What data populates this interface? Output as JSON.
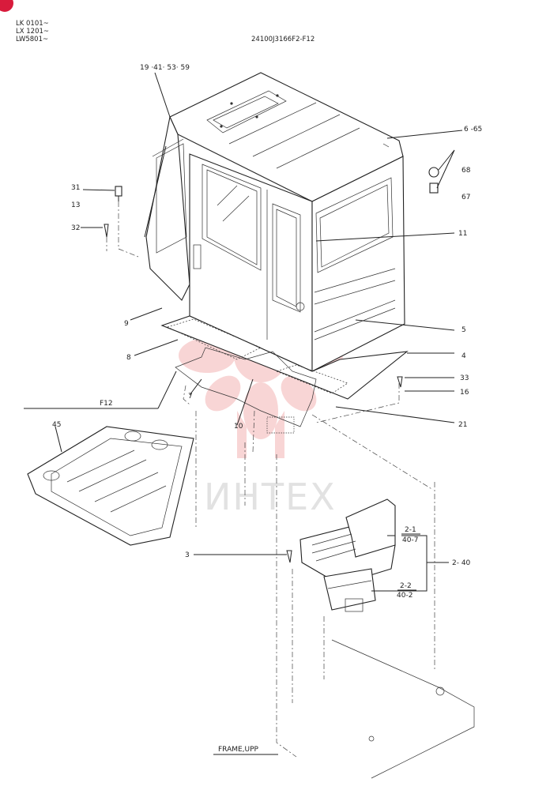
{
  "header": {
    "models": [
      "LK 0101~",
      "LX 1201~",
      "LW5801~"
    ],
    "drawing_code": "24100J3166F2-F12"
  },
  "watermark": {
    "text": "ИНТЕХ",
    "logo_color": "#f4b4b4",
    "text_color": "#e2e2e2"
  },
  "colors": {
    "badge": "#d81b3c",
    "line": "#222222"
  },
  "callouts": {
    "c19_41_53_59": "19 ·41· 53· 59",
    "c6_65": "6 -65",
    "c68": "68",
    "c67": "67",
    "c31": "31",
    "c13": "13",
    "c32": "32",
    "c11": "11",
    "c9": "9",
    "c5": "5",
    "c8": "8",
    "c4": "4",
    "c33": "33",
    "c16": "16",
    "c7": "7",
    "cF12": "F12",
    "c10": "10",
    "c21": "21",
    "c45": "45",
    "c3": "3",
    "c2_1": "2-1",
    "c40_7": "40-7",
    "c2_40": "2- 40",
    "c2_2": "2-2",
    "c40_2": "40-2",
    "frame": "FRAME,UPP"
  }
}
